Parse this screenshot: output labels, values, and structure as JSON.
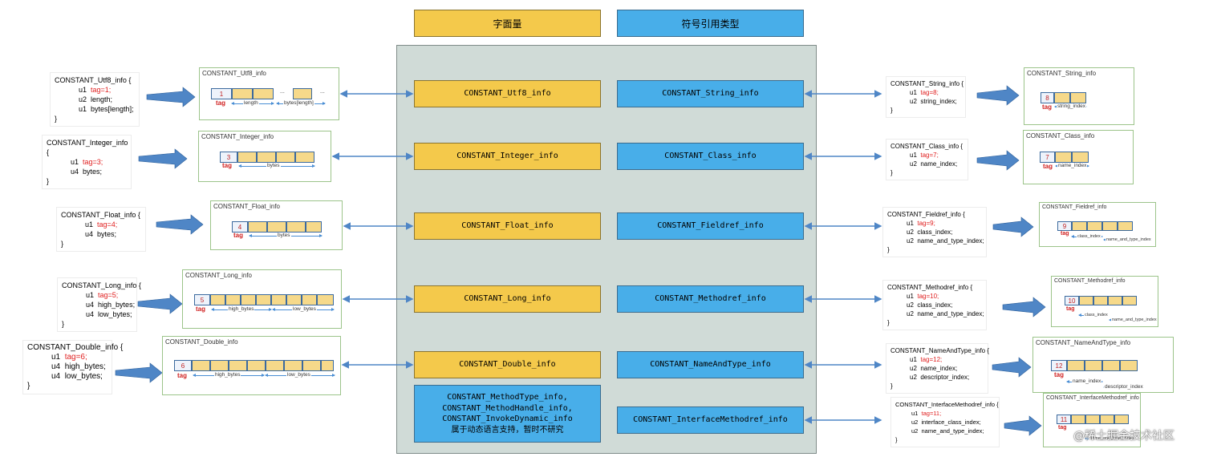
{
  "headers": {
    "literal": "字面量",
    "symbolic": "符号引用类型"
  },
  "literal_boxes": [
    "CONSTANT_Utf8_info",
    "CONSTANT_Integer_info",
    "CONSTANT_Float_info",
    "CONSTANT_Long_info",
    "CONSTANT_Double_info"
  ],
  "dynamic_box": {
    "lines": "CONSTANT_MethodType_info,\nCONSTANT_MethodHandle_info,\nCONSTANT_InvokeDynamic_info",
    "note": "属于动态语言支持，暂时不研究"
  },
  "symbolic_boxes": [
    "CONSTANT_String_info",
    "CONSTANT_Class_info",
    "CONSTANT_Fieldref_info",
    "CONSTANT_Methodref_info",
    "CONSTANT_NameAndType_info",
    "CONSTANT_InterfaceMethodref_info"
  ],
  "left_code": [
    {
      "head": "CONSTANT_Utf8_info {",
      "lines": [
        [
          "u1",
          "tag=1;"
        ],
        [
          "u2",
          "length;"
        ],
        [
          "u1",
          "bytes[length];"
        ]
      ],
      "close": "}"
    },
    {
      "head": "CONSTANT_Integer_info",
      "open": "{",
      "lines": [
        [
          "u1",
          "tag=3;"
        ],
        [
          "u4",
          "bytes;"
        ]
      ],
      "close": "}"
    },
    {
      "head": "CONSTANT_Float_info {",
      "lines": [
        [
          "u1",
          "tag=4;"
        ],
        [
          "u4",
          "bytes;"
        ]
      ],
      "close": "}"
    },
    {
      "head": "CONSTANT_Long_info {",
      "lines": [
        [
          "u1",
          "tag=5;"
        ],
        [
          "u4",
          "high_bytes;"
        ],
        [
          "u4",
          "low_bytes;"
        ]
      ],
      "close": "}"
    },
    {
      "head": "CONSTANT_Double_info {",
      "lines": [
        [
          "u1",
          "tag=6;"
        ],
        [
          "u4",
          "high_bytes;"
        ],
        [
          "u4",
          "low_bytes;"
        ]
      ],
      "close": "}"
    }
  ],
  "right_code": [
    {
      "head": "CONSTANT_String_info {",
      "lines": [
        [
          "u1",
          "tag=8;"
        ],
        [
          "u2",
          "string_index;"
        ]
      ],
      "close": "}"
    },
    {
      "head": "CONSTANT_Class_info {",
      "lines": [
        [
          "u1",
          "tag=7;"
        ],
        [
          "u2",
          "name_index;"
        ]
      ],
      "close": "}"
    },
    {
      "head": "CONSTANT_Fieldref_info {",
      "lines": [
        [
          "u1",
          "tag=9;"
        ],
        [
          "u2",
          "class_index;"
        ],
        [
          "u2",
          "name_and_type_index;"
        ]
      ],
      "close": "}"
    },
    {
      "head": "CONSTANT_Methodref_info {",
      "lines": [
        [
          "u1",
          "tag=10;"
        ],
        [
          "u2",
          "class_index;"
        ],
        [
          "u2",
          "name_and_type_index;"
        ]
      ],
      "close": "}"
    },
    {
      "head": "CONSTANT_NameAndType_info {",
      "lines": [
        [
          "u1",
          "tag=12;"
        ],
        [
          "u2",
          "name_index;"
        ],
        [
          "u2",
          "descriptor_index;"
        ]
      ],
      "close": "}"
    },
    {
      "head": "CONSTANT_InterfaceMethodref_info {",
      "lines": [
        [
          "u1",
          "tag=11;"
        ],
        [
          "u2",
          "interface_class_index;"
        ],
        [
          "u2",
          "name_and_type_index;"
        ]
      ],
      "close": "}"
    }
  ],
  "left_structs": [
    {
      "title": "CONSTANT_Utf8_info",
      "tag_value": "1",
      "tag_label": "tag",
      "labels": [
        "length",
        "bytes[length]"
      ],
      "dots": "..."
    },
    {
      "title": "CONSTANT_Integer_info",
      "tag_value": "3",
      "tag_label": "tag",
      "labels": [
        "bytes"
      ]
    },
    {
      "title": "CONSTANT_Float_info",
      "tag_value": "4",
      "tag_label": "tag",
      "labels": [
        "bytes"
      ]
    },
    {
      "title": "CONSTANT_Long_info",
      "tag_value": "5",
      "tag_label": "tag",
      "labels": [
        "high_bytes",
        "low_bytes"
      ]
    },
    {
      "title": "CONSTANT_Double_info",
      "tag_value": "6",
      "tag_label": "tag",
      "labels": [
        "high_bytes",
        "low_bytes"
      ]
    }
  ],
  "right_structs": [
    {
      "title": "CONSTANT_String_info",
      "tag_value": "8",
      "tag_label": "tag",
      "labels": [
        "string_index"
      ]
    },
    {
      "title": "CONSTANT_Class_info",
      "tag_value": "7",
      "tag_label": "tag",
      "labels": [
        "name_index"
      ]
    },
    {
      "title": "CONSTANT_Fieldref_info",
      "tag_value": "9",
      "tag_label": "tag",
      "labels": [
        "class_index",
        "name_and_type_index"
      ]
    },
    {
      "title": "CONSTANT_Methodref_info",
      "tag_value": "10",
      "tag_label": "tag",
      "labels": [
        "class_index",
        "name_and_type_index"
      ]
    },
    {
      "title": "CONSTANT_NameAndType_info",
      "tag_value": "12",
      "tag_label": "tag",
      "labels": [
        "name_index",
        "descriptor_index"
      ]
    },
    {
      "title": "CONSTANT_InterfaceMethodref_info",
      "tag_value": "11",
      "tag_label": "tag",
      "labels": [
        "name_and_type_index"
      ]
    }
  ],
  "watermark": "@稀土掘金技术社区",
  "colors": {
    "literal": "#f4c94b",
    "symbolic": "#48aee9",
    "panel": "#d0dbd7",
    "tag_red": "#e02020",
    "arrow": "#4f86c6"
  }
}
